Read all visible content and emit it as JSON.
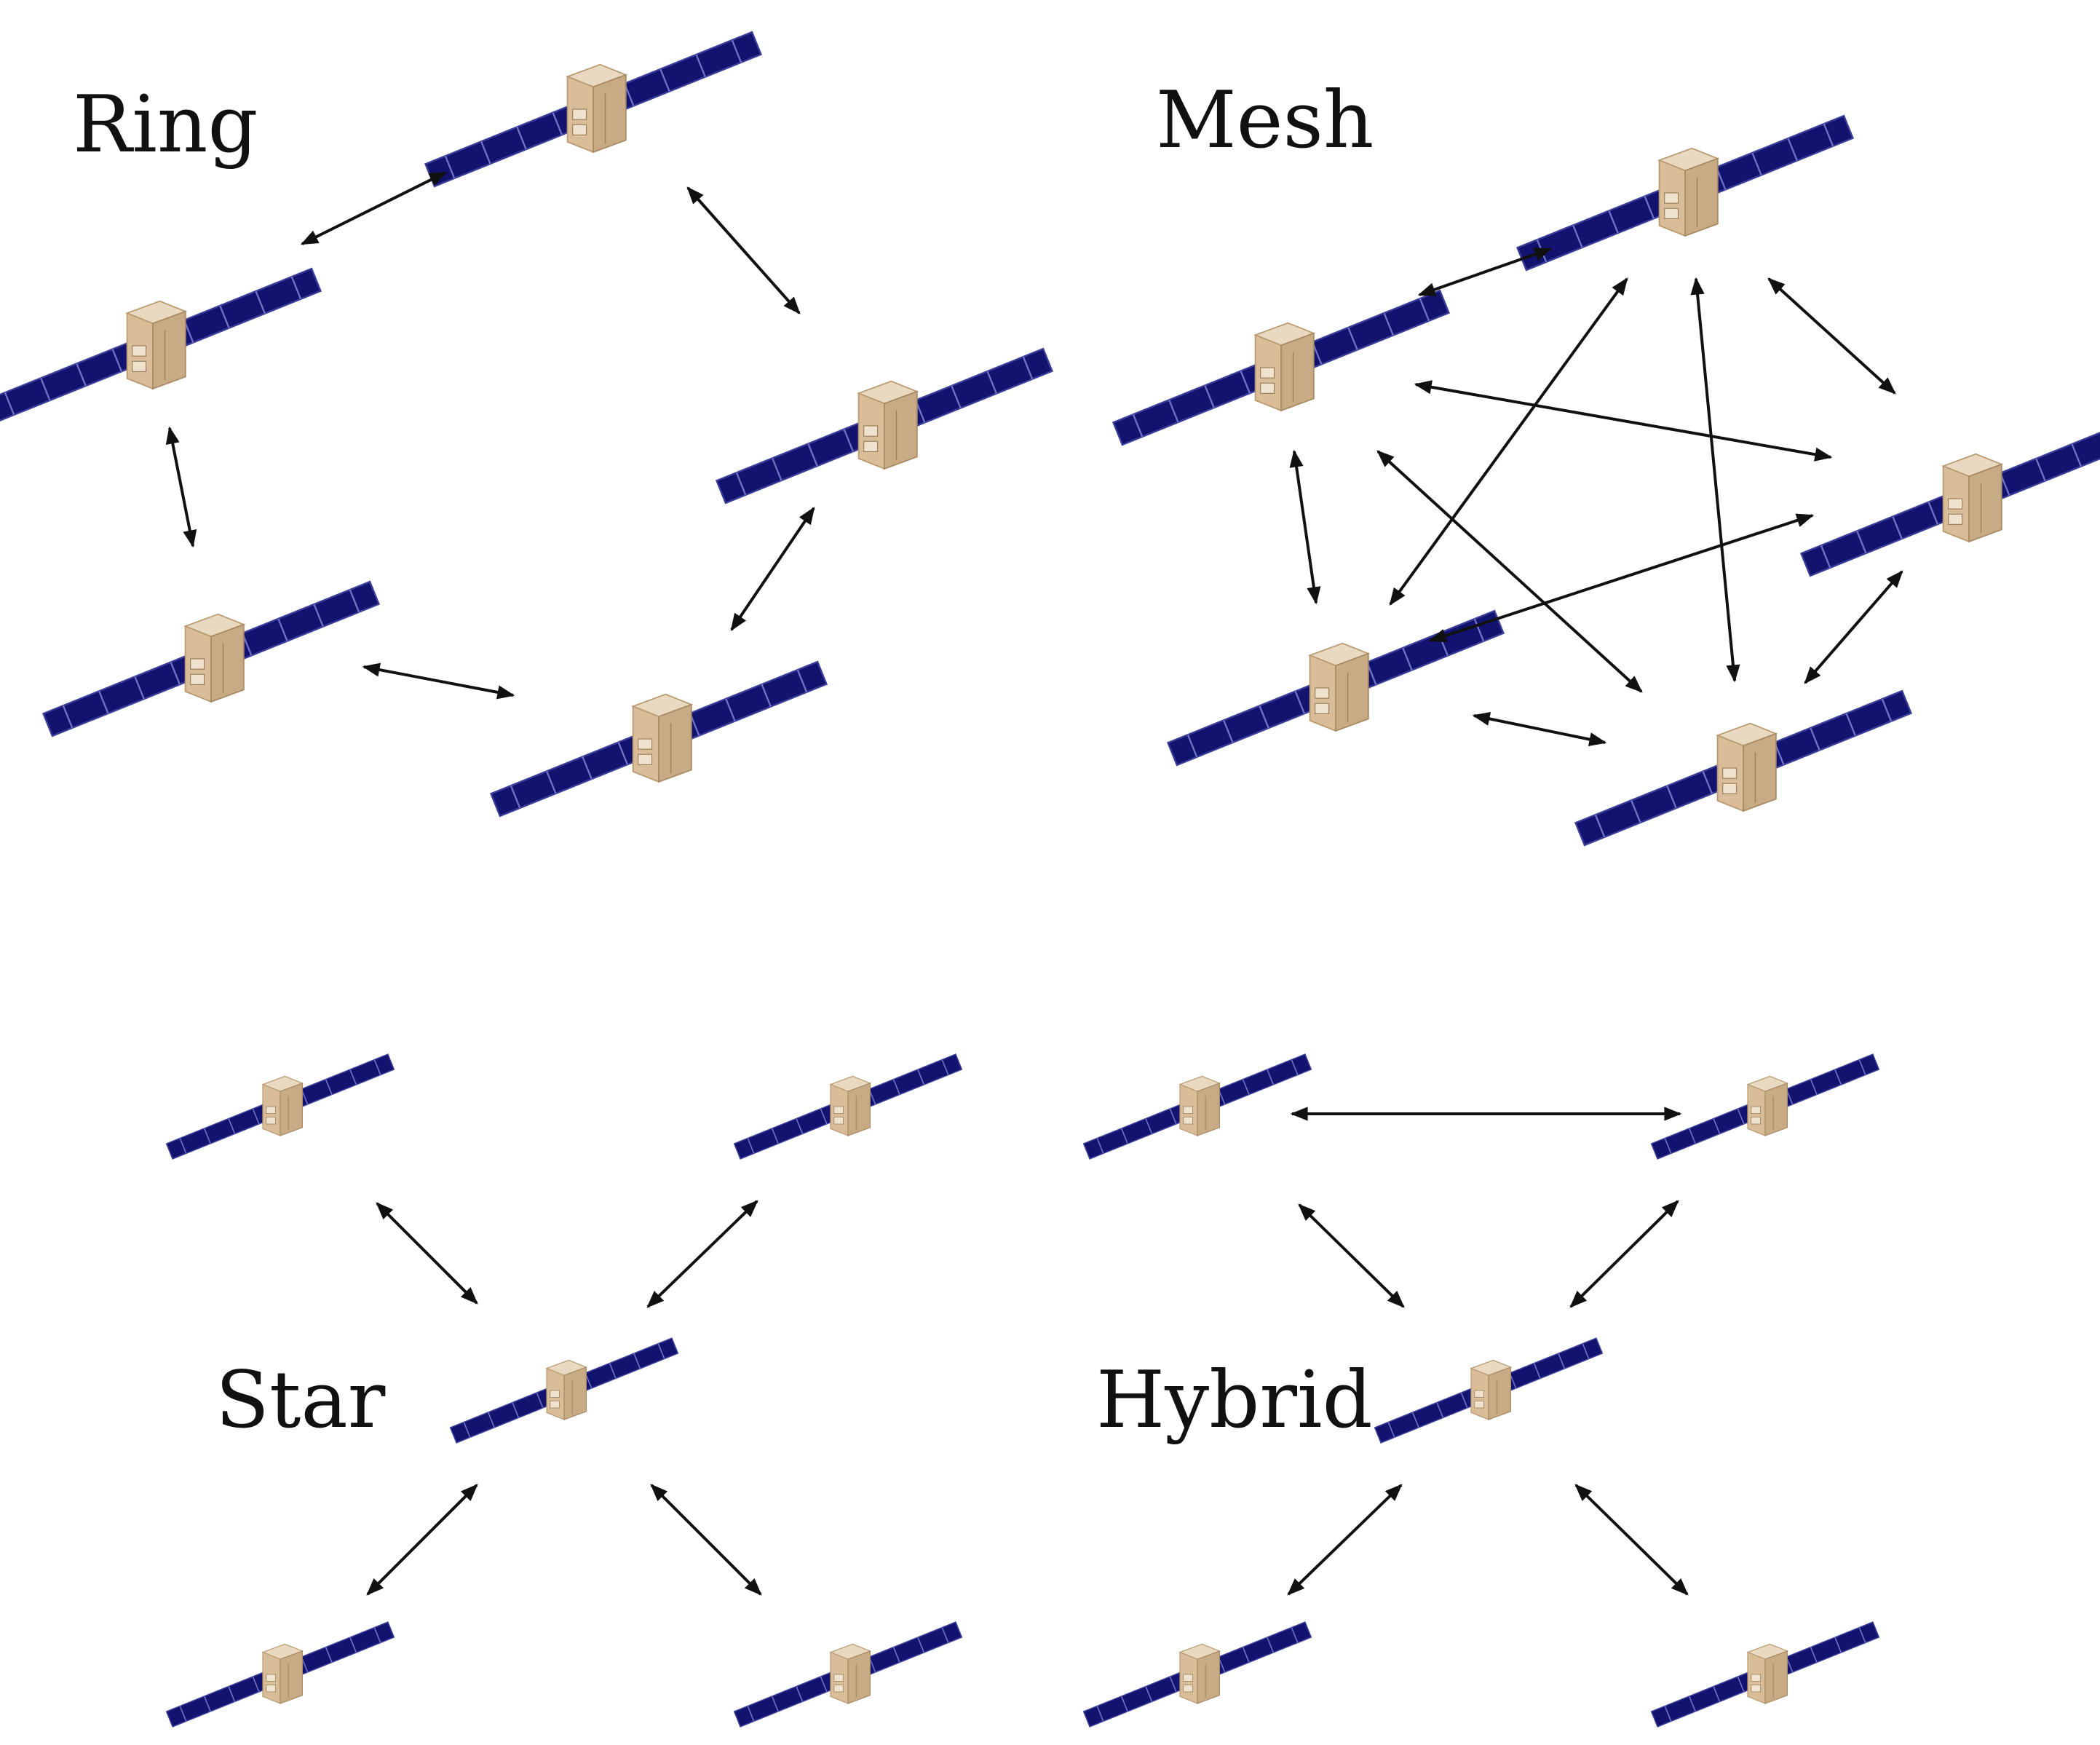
{
  "colors": {
    "panel": "#12136e",
    "panel_edge": "#3a3d9a",
    "panel_line": "#6d72c4",
    "body_top": "#e9d9c0",
    "body_left": "#d8bd98",
    "body_right": "#c7ab84",
    "arrow": "#111111",
    "label": "#111111"
  },
  "icons": [
    "satellite-icon",
    "bidirectional-arrow-icon"
  ],
  "topologies": [
    {
      "id": "ring",
      "label": "Ring",
      "satellites": 5,
      "links": 5
    },
    {
      "id": "mesh",
      "label": "Mesh",
      "satellites": 5,
      "links": 10
    },
    {
      "id": "star",
      "label": "Star",
      "satellites": 5,
      "links": 4
    },
    {
      "id": "hybrid",
      "label": "Hybrid",
      "satellites": 5,
      "links": 5
    }
  ]
}
